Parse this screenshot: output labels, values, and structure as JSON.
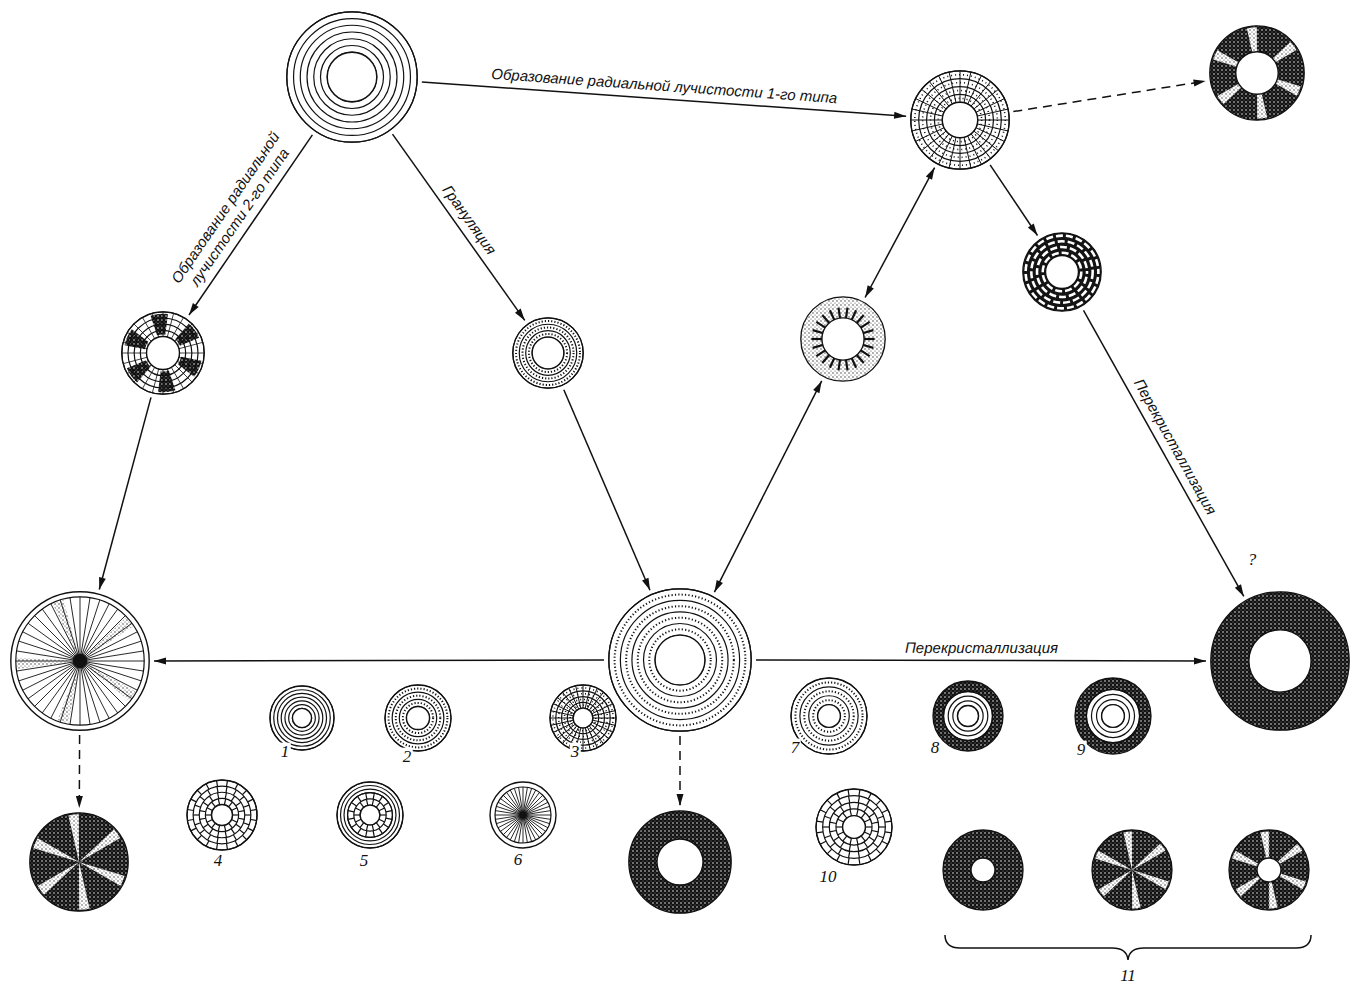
{
  "diagram": {
    "nodes": [
      {
        "text": []
      },
      {
        "text": []
      },
      {
        "text": []
      },
      {
        "text": []
      },
      {
        "text": []
      },
      {
        "text": []
      },
      {
        "text": []
      },
      {
        "text": []
      },
      {
        "text": []
      },
      {
        "text": []
      },
      {
        "text": []
      },
      {
        "text": []
      }
    ],
    "edges": [
      {
        "from": 0,
        "to": 1,
        "arrow": "to",
        "label": "Образование радиальной лучистости 1-го типа"
      },
      {
        "from": 0,
        "to": 3,
        "arrow": "to",
        "label": "Образование радиальной лучистости 2-го типа"
      },
      {
        "from": 0,
        "to": 4,
        "arrow": "to",
        "label": "Грануляция"
      },
      {
        "from": 1,
        "to": 2,
        "arrow": "to"
      },
      {
        "from": 1,
        "to": 5,
        "arrow": "both"
      },
      {
        "from": 1,
        "to": 6,
        "arrow": "to"
      },
      {
        "from": 6,
        "to": 9,
        "arrow": "to",
        "label": "Перекристаллизация"
      },
      {
        "from": 3,
        "to": 7,
        "arrow": "to"
      },
      {
        "from": 4,
        "to": 8,
        "arrow": "to"
      },
      {
        "from": 5,
        "to": 8,
        "arrow": "both"
      },
      {
        "from": 8,
        "to": 7,
        "arrow": "to"
      },
      {
        "from": 8,
        "to": 9,
        "arrow": "to",
        "label": "Перекристаллизация"
      },
      {
        "from": 7,
        "to": 10,
        "arrow": "to"
      },
      {
        "from": 8,
        "to": 11,
        "arrow": "to"
      }
    ],
    "labels": [
      "1",
      "2",
      "3",
      "4",
      "5",
      "6",
      "7",
      "8",
      "9",
      "10",
      "11",
      "?"
    ]
  }
}
